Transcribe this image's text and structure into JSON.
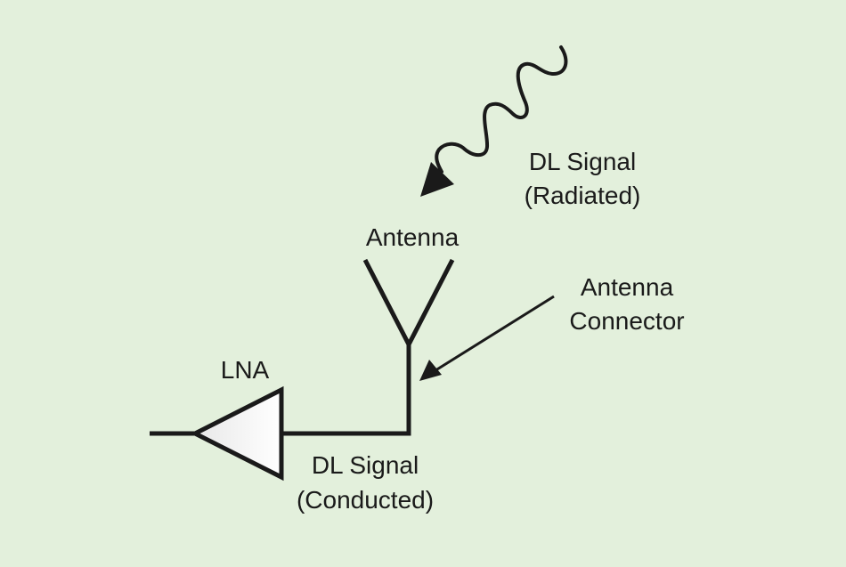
{
  "labels": {
    "dl_radiated_line1": "DL Signal",
    "dl_radiated_line2": "(Radiated)",
    "antenna": "Antenna",
    "antenna_connector_line1": "Antenna",
    "antenna_connector_line2": "Connector",
    "lna": "LNA",
    "dl_conducted_line1": "DL Signal",
    "dl_conducted_line2": "(Conducted)"
  },
  "colors": {
    "background": "#e3f0dc",
    "stroke": "#1a1a1a",
    "amplifier_fill": "#ffffff"
  }
}
